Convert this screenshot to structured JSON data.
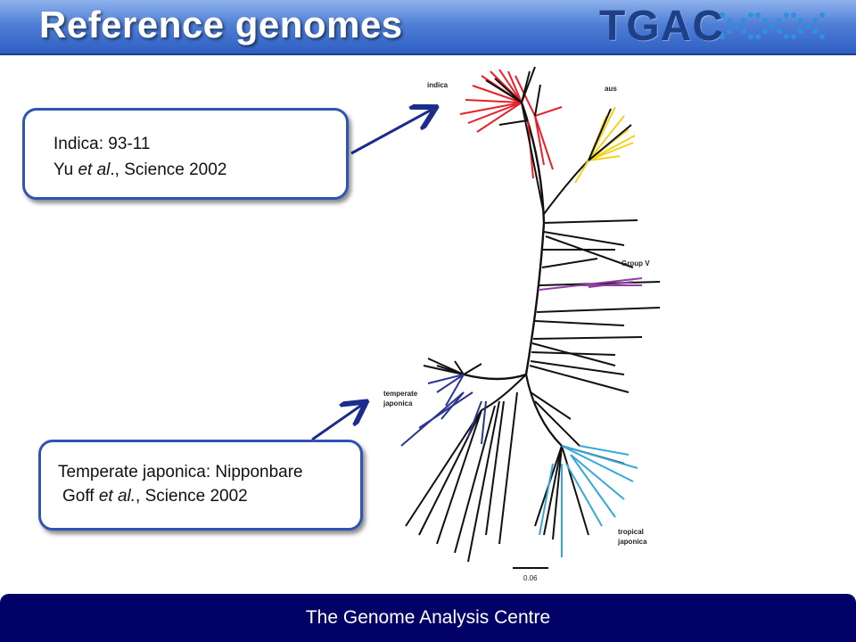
{
  "slide": {
    "title": "Reference genomes",
    "footer": "The Genome Analysis Centre"
  },
  "logo": {
    "text": "TGAC",
    "icon": "dna-dots-icon"
  },
  "callouts": {
    "indica": {
      "line1": "Indica: 93-11",
      "authors": "Yu",
      "etal": "et al",
      "citation": "., Science 2002"
    },
    "japonica": {
      "line1": "Temperate japonica: Nipponbare",
      "authors": "Goff",
      "etal": "et al.",
      "citation": ", Science 2002"
    }
  },
  "tree": {
    "labels": {
      "indica": "indica",
      "aus": "aus",
      "group_v": "Group V",
      "temperate_japonica_1": "temperate",
      "temperate_japonica_2": "japonica",
      "tropical_japonica_1": "tropical",
      "tropical_japonica_2": "japonica",
      "scale": "0.06"
    },
    "colors": {
      "indica": "#e8202a",
      "aus": "#f5d21a",
      "group_v": "#8e3fa0",
      "temperate_japonica": "#2b3590",
      "tropical_japonica": "#35a9dc",
      "other": "#111111"
    }
  },
  "colors": {
    "title_bar": "#4f7fd6",
    "footer_bar": "#000067",
    "callout_border": "#2e55b3",
    "arrow": "#1c2c8c"
  }
}
